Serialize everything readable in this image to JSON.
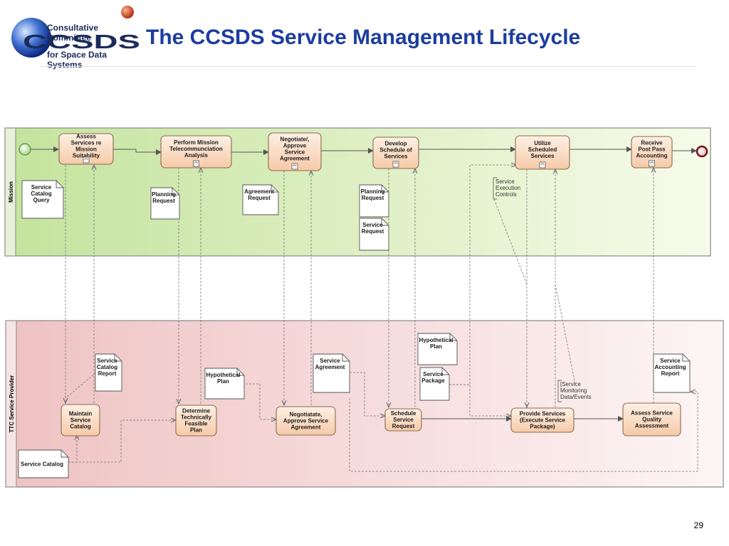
{
  "logo": {
    "line_top": "Consultative Committee",
    "mark": "CCSDS",
    "line_bottom": "for Space Data Systems"
  },
  "title": "The CCSDS Service Management Lifecycle",
  "page_number": "29",
  "lanes": {
    "mission": "Mission",
    "provider": "TTC Service Provider"
  },
  "mission_tasks": [
    {
      "lines": [
        "Assess",
        "Services re",
        "Mission",
        "Suitability"
      ]
    },
    {
      "lines": [
        "Perform Mission",
        "Telecommunciation",
        "Analysis"
      ]
    },
    {
      "lines": [
        "Negotiate/,",
        "Approve",
        "Service",
        "Agreement"
      ]
    },
    {
      "lines": [
        "Develop",
        "Schedule of",
        "Services"
      ]
    },
    {
      "lines": [
        "Utilize",
        "Scheduled",
        "Services"
      ]
    },
    {
      "lines": [
        "Receive",
        "Post Pass",
        "Accounting"
      ]
    }
  ],
  "provider_tasks": [
    {
      "lines": [
        "Maintain",
        "Service",
        "Catalog"
      ]
    },
    {
      "lines": [
        "Determine",
        "Technically",
        "Feasible",
        "Plan"
      ]
    },
    {
      "lines": [
        "Negotiatate,",
        "Approve Service",
        "Agreement"
      ]
    },
    {
      "lines": [
        "Schedule",
        "Service",
        "Request"
      ]
    },
    {
      "lines": [
        "Provide Services",
        "(Execute Service",
        "Package)"
      ]
    },
    {
      "lines": [
        "Assess Service",
        "Quality",
        "Assessment"
      ]
    }
  ],
  "mission_docs": [
    {
      "lines": [
        "Service",
        "Catalog",
        "Query"
      ]
    },
    {
      "lines": [
        "Planning",
        "Request"
      ]
    },
    {
      "lines": [
        "Agreement",
        "Request"
      ]
    },
    {
      "lines": [
        "Planning",
        "Request"
      ]
    },
    {
      "lines": [
        "Service",
        "Request"
      ]
    }
  ],
  "provider_docs": [
    {
      "lines": [
        "Service",
        "Catalog",
        "Report"
      ]
    },
    {
      "lines": [
        "Hypothetical",
        "Plan"
      ]
    },
    {
      "lines": [
        "Service",
        "Agreement"
      ]
    },
    {
      "lines": [
        "Hypothetical",
        "Plan"
      ]
    },
    {
      "lines": [
        "Service",
        "Package"
      ]
    },
    {
      "lines": [
        "Service",
        "Accounting",
        "Report"
      ]
    },
    {
      "lines": [
        "Service Catalog"
      ]
    }
  ],
  "annotations": [
    {
      "lines": [
        "Service",
        "Execution",
        "Controls"
      ]
    },
    {
      "lines": [
        "[Service",
        "Monitoring",
        "Data/Events"
      ]
    }
  ],
  "colors": {
    "title": "#1d3d9e",
    "task_fill": "#fbdcc2",
    "mission_lane": "#cfe8ad",
    "provider_lane": "#f3cccc"
  }
}
